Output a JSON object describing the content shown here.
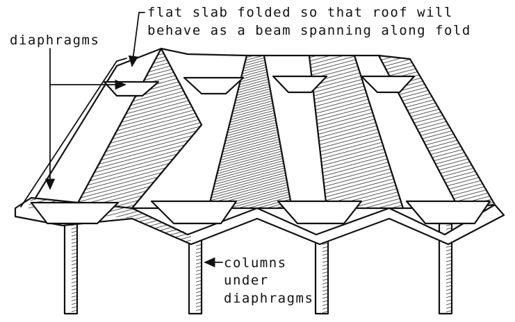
{
  "diagram": {
    "label_fold": [
      "flat slab folded so that roof will",
      "behave as a beam spanning along fold"
    ],
    "label_diaphragms": "diaphragms",
    "label_columns": [
      "columns",
      "under",
      "diaphragms"
    ]
  },
  "colors": {
    "ink": "#111111",
    "paper": "#ffffff"
  }
}
